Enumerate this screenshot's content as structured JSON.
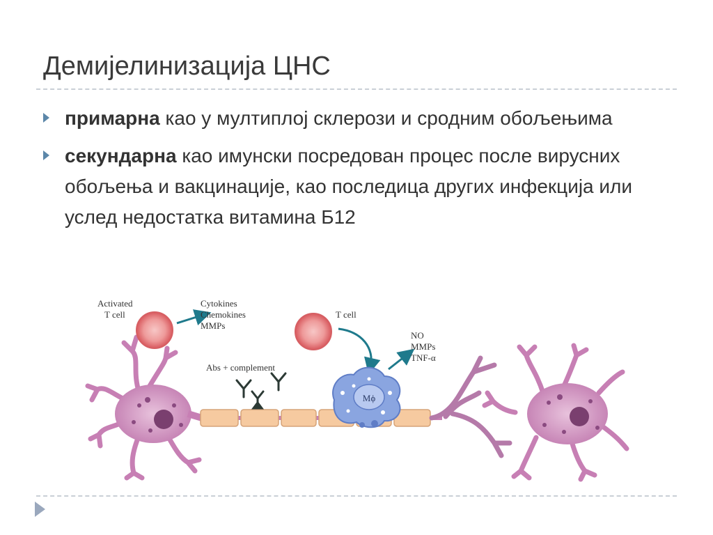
{
  "slide": {
    "title": "Демијелинизација ЦНС",
    "bullets": [
      {
        "bold": "примарна",
        "text": " као у мултиплој склерози и сродним обољењима"
      },
      {
        "bold": "секундарна",
        "text": " као имунски посредован процес после вирусних обољења и вакцинације, као последица других инфекција или услед недостатка витамина Б12"
      }
    ]
  },
  "diagram": {
    "labels": {
      "activated": "Activated",
      "t_cell_1": "T cell",
      "cytokines": "Cytokines",
      "chemokines": "Chemokines",
      "mmps_1": "MMPs",
      "abs": "Abs + complement",
      "t_cell_2": "T cell",
      "no": "NO",
      "mmps_2": "MMPs",
      "tnf": "TNF-α",
      "macrophage": "Mϕ"
    },
    "colors": {
      "neuron": "#c77fb4",
      "neuron_body": "#dba7cc",
      "tcell": "#e8797c",
      "myelin": "#f6caa0",
      "macrophage": "#7f9bd8",
      "arrow": "#1f7a8c",
      "antibody": "#2c3a35"
    },
    "icons": {
      "bullet": "triangle-right-icon",
      "nav": "play-icon"
    }
  }
}
